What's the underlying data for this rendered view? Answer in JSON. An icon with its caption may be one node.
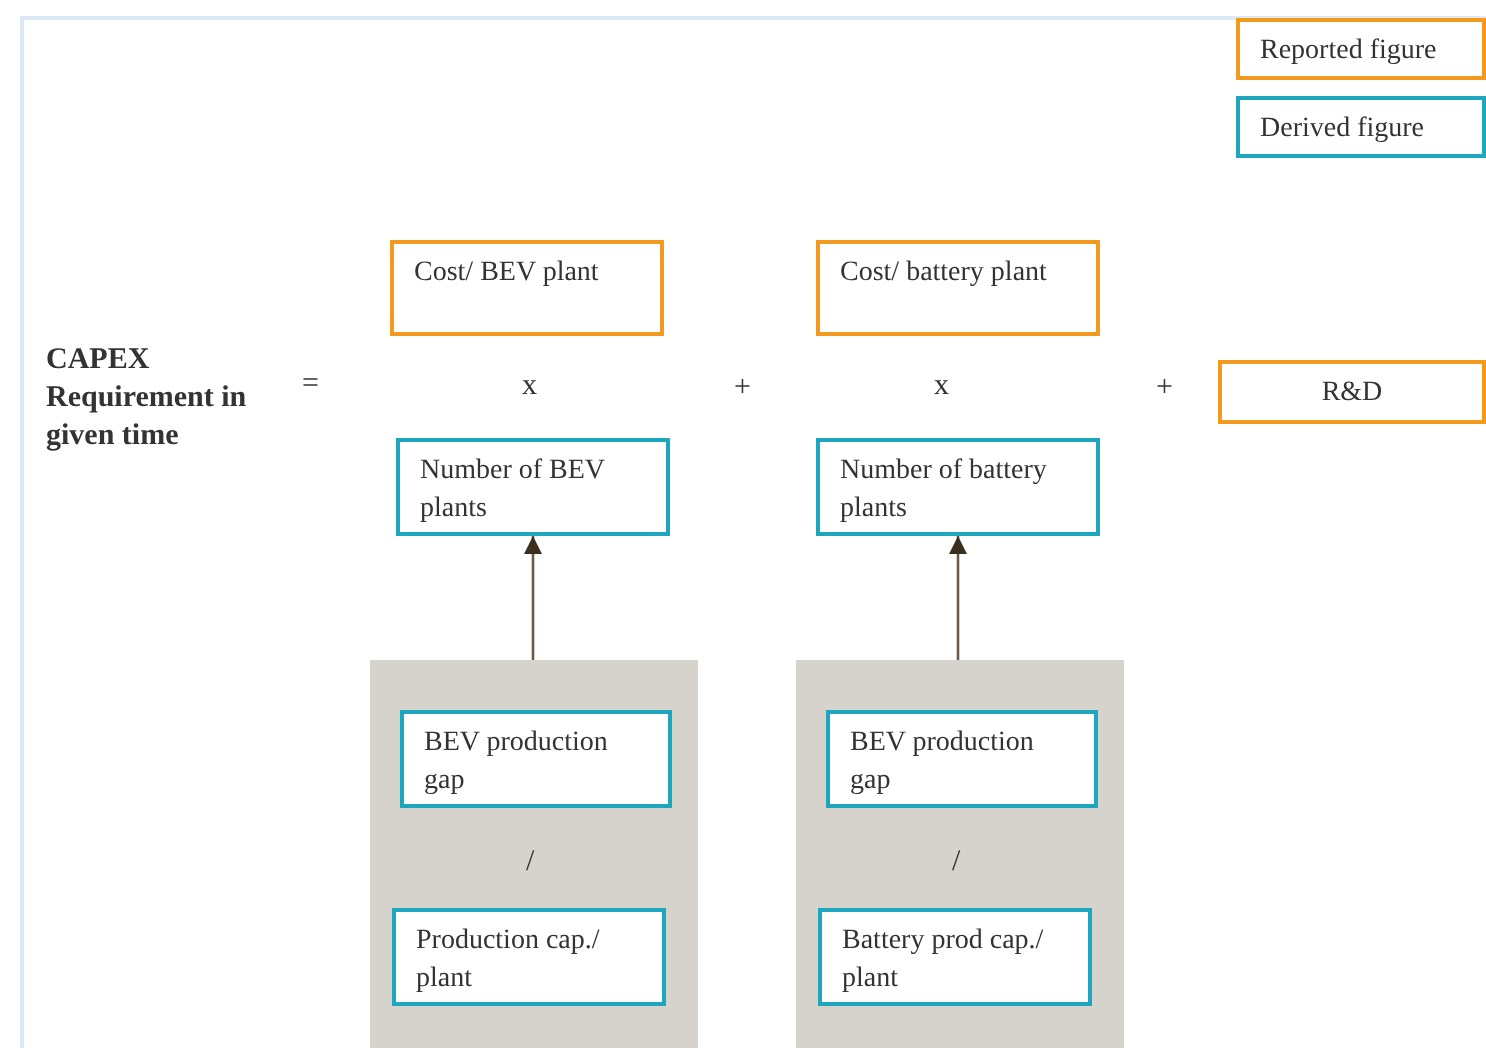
{
  "diagram": {
    "nodes": [
      {
        "text": [
          "Cost/ BEV plant"
        ]
      },
      {
        "text": [
          "Cost/ battery plant"
        ]
      },
      {
        "text": [
          "R&D"
        ]
      },
      {
        "text": [
          "Number of BEV plants"
        ]
      },
      {
        "text": [
          "Number of battery plants"
        ]
      },
      {
        "text": [],
        "shape": "box"
      },
      {
        "text": [
          "BEV production gap"
        ],
        "in": 5
      },
      {
        "text": [
          "Production cap./ plant"
        ],
        "in": 5
      },
      {
        "text": [],
        "shape": "box"
      },
      {
        "text": [
          "BEV production gap"
        ],
        "in": 8
      },
      {
        "text": [
          "Battery prod cap./ plant"
        ],
        "in": 8
      }
    ],
    "edges": [
      {
        "from": 5,
        "to": 3,
        "arrow": "to"
      },
      {
        "from": 8,
        "to": 4,
        "arrow": "to"
      }
    ],
    "labels": [
      "CAPEX Requirement in given time",
      "=",
      "x",
      "+",
      "x",
      "+",
      "/",
      "/"
    ],
    "legend": [
      {
        "text": "Reported figure",
        "color": "#f39a1e"
      },
      {
        "text": "Derived figure",
        "color": "#1ea6bf"
      }
    ]
  }
}
